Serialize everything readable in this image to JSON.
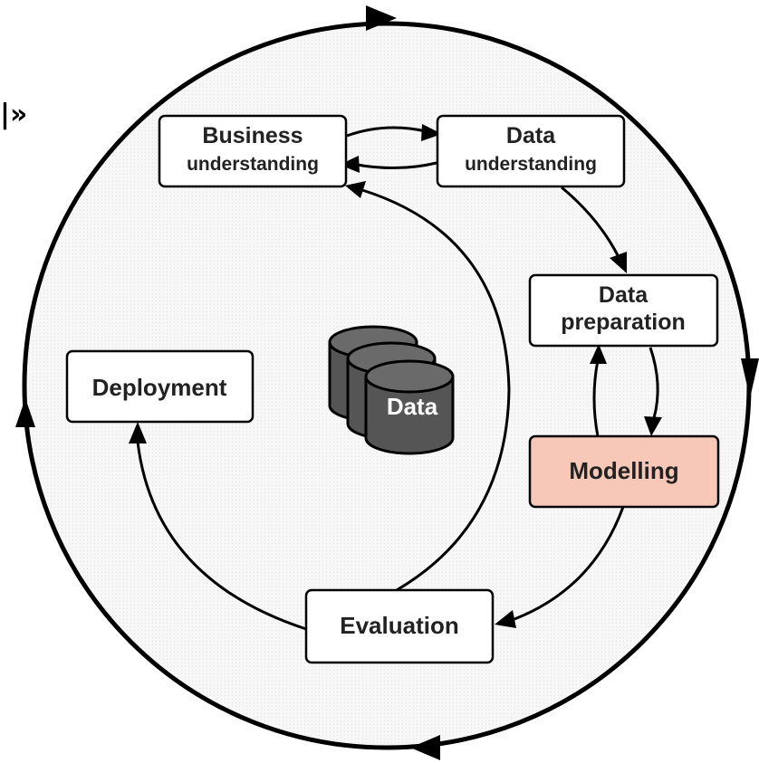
{
  "corner_glyph": "|»",
  "stages": {
    "business": {
      "line1": "Business",
      "line2": "understanding"
    },
    "data_understanding": {
      "line1": "Data",
      "line2": "understanding"
    },
    "data_preparation": {
      "line1": "Data",
      "line2": "preparation"
    },
    "modelling": {
      "label": "Modelling"
    },
    "evaluation": {
      "label": "Evaluation"
    },
    "deployment": {
      "label": "Deployment"
    }
  },
  "center": {
    "database_label": "Data"
  },
  "colors": {
    "highlight": "#f7c8b7",
    "database": "#555555",
    "stroke": "#000000"
  }
}
